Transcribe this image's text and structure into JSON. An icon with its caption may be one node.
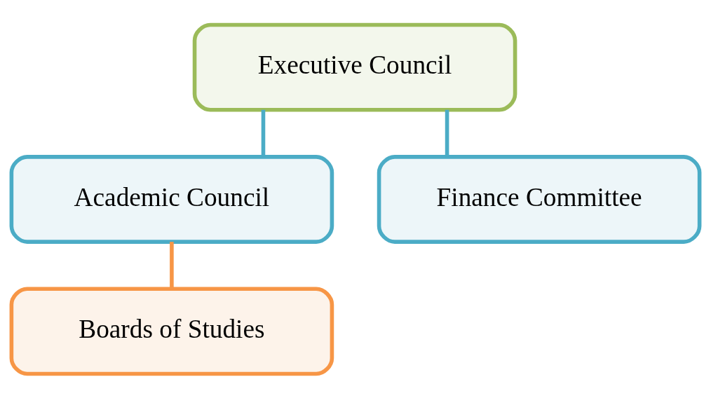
{
  "diagram": {
    "nodes": [
      {
        "text": [
          "Executive Council"
        ]
      },
      {
        "text": [
          "Academic Council"
        ]
      },
      {
        "text": [
          "Finance Committee"
        ]
      },
      {
        "text": [
          "Boards of Studies"
        ]
      }
    ],
    "edges": [
      {
        "from": 0,
        "to": 1,
        "arrow": "none"
      },
      {
        "from": 0,
        "to": 2,
        "arrow": "none"
      },
      {
        "from": 1,
        "to": 3,
        "arrow": "none",
        "color": "#f79646"
      }
    ]
  }
}
